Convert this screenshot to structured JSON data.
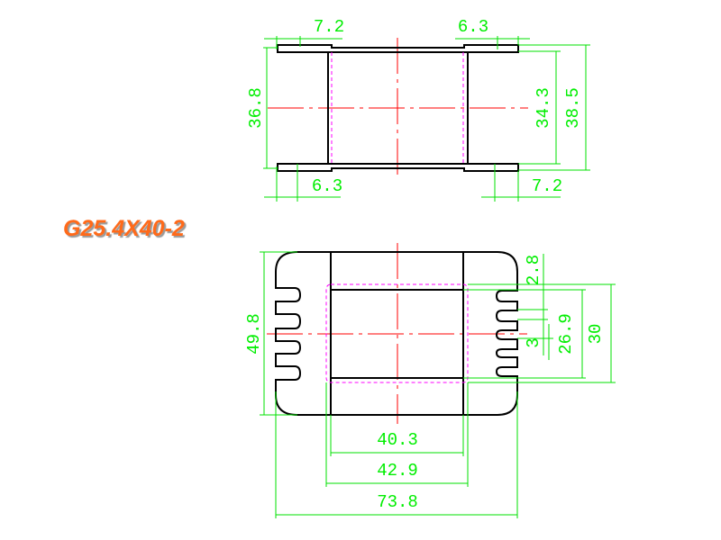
{
  "title": "G25.4X40-2",
  "colors": {
    "outline": "#000000",
    "dimension": "#00ee00",
    "centerline": "#ff0000",
    "hidden": "#ff00ff",
    "title": "#ff6a1a"
  },
  "top_view": {
    "dim_top_left": "7.2",
    "dim_top_right": "6.3",
    "dim_left": "36.8",
    "dim_right_inner": "34.3",
    "dim_right_outer": "38.5",
    "dim_bottom_left": "6.3",
    "dim_bottom_right": "7.2"
  },
  "front_view": {
    "dim_height": "49.8",
    "dim_pin_offset": "2.8",
    "dim_pitch": "3",
    "dim_inner_height": "26.9",
    "dim_outer_height": "30",
    "dim_inner_width": "40.3",
    "dim_outer_width": "42.9",
    "dim_total_width": "73.8"
  }
}
